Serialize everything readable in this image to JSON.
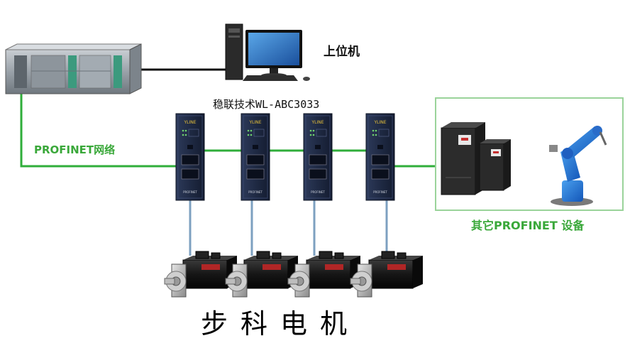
{
  "labels": {
    "host": "上位机",
    "gateway_model": "稳联技术WL-ABC3033",
    "network": "PROFINET网络",
    "other_devices": "其它PROFINET 设备",
    "motors": "步科电机"
  },
  "gateway": {
    "brand": "YLINE",
    "port_label": "PROFINET",
    "count": 4
  },
  "colors": {
    "network_line": "#2fae3a",
    "link_line": "#7da0c0",
    "label_green": "#3aa83a",
    "device_border": "#9ad39a",
    "gateway_body": "#1f2a44"
  }
}
